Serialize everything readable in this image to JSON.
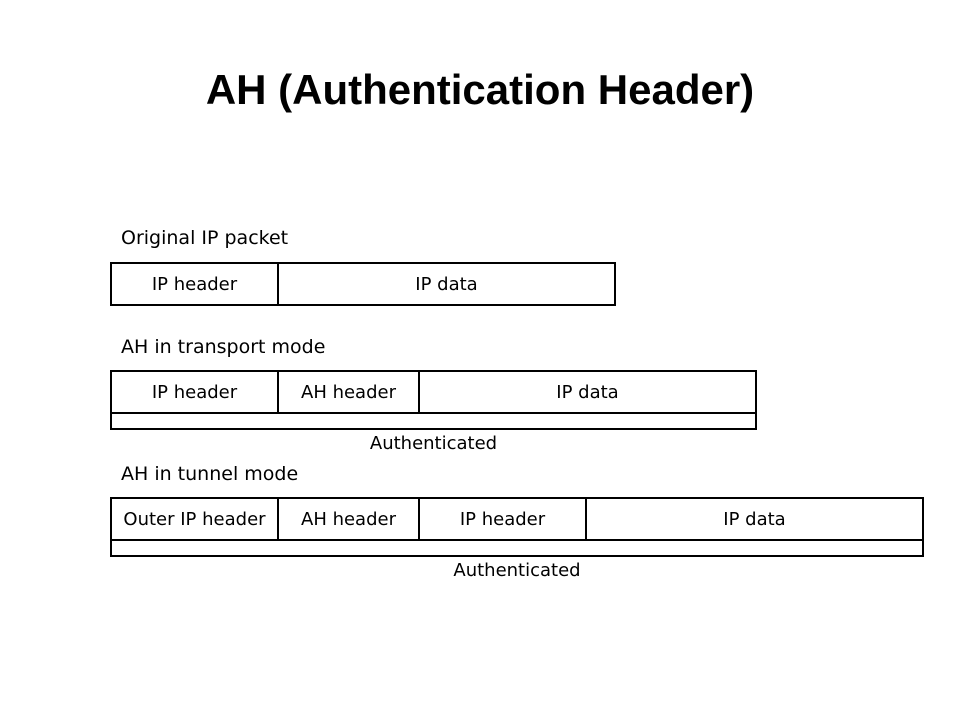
{
  "title": "AH (Authentication Header)",
  "original": {
    "label": "Original IP packet",
    "fields": [
      "IP header",
      "IP data"
    ]
  },
  "transport": {
    "label": "AH in transport mode",
    "fields": [
      "IP header",
      "AH header",
      "IP data"
    ],
    "auth_label": "Authenticated"
  },
  "tunnel": {
    "label": "AH in tunnel mode",
    "fields": [
      "Outer IP header",
      "AH header",
      "IP header",
      "IP data"
    ],
    "auth_label": "Authenticated"
  }
}
